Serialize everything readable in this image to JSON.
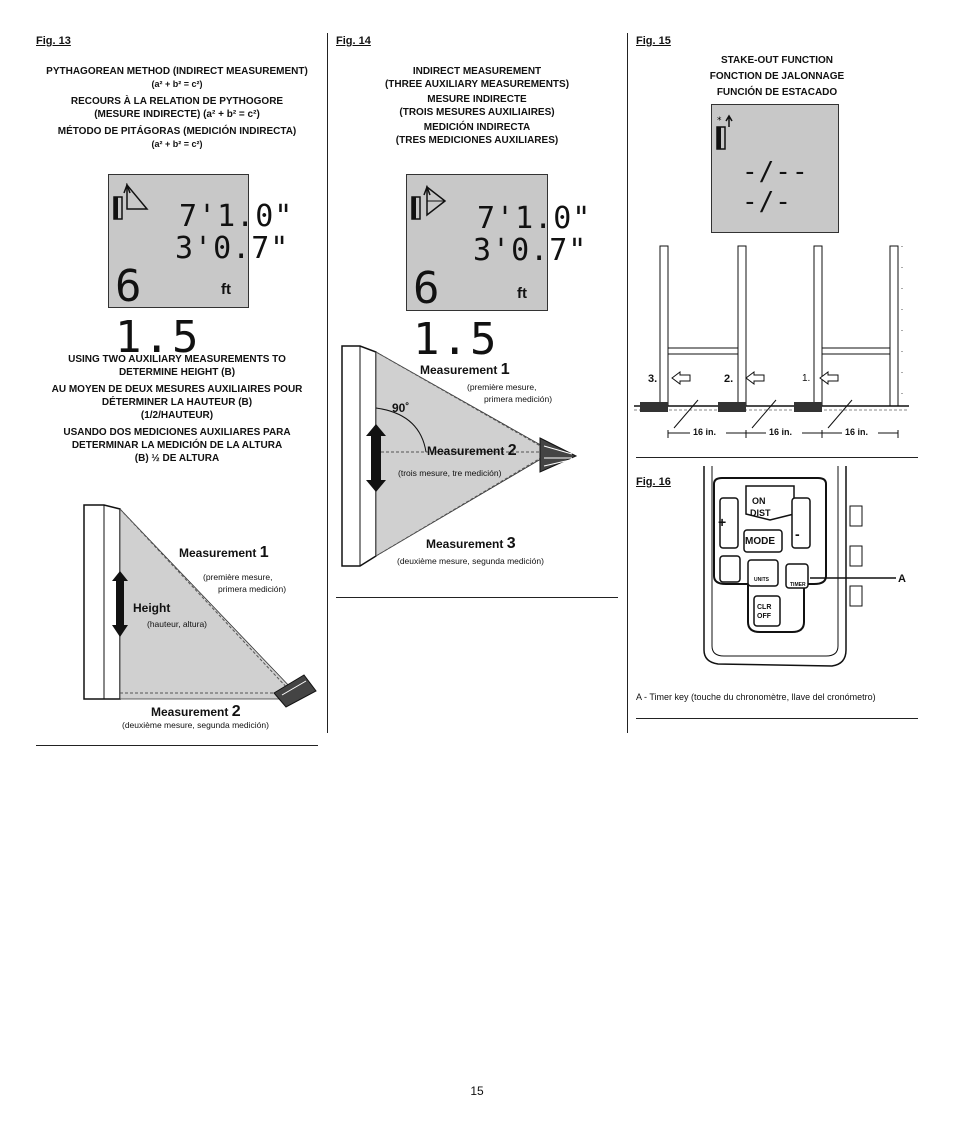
{
  "page": {
    "number": "15"
  },
  "fig13": {
    "label": "Fig. 13",
    "header": [
      "PYTHAGOREAN METHOD (INDIRECT MEASUREMENT)",
      "(a² + b² = c²)",
      "RECOURS À LA RELATION DE PYTHOGORE",
      "(MESURE INDIRECTE) (a² + b² = c²)",
      "MÉTODO DE PITÁGORAS (MEDICIÓN INDIRECTA)",
      "(a² + b² = c²)"
    ],
    "display": {
      "line1": "7'1.0\"",
      "line2": "3'0.7\"",
      "line3": "6 1.5",
      "unit": "ft"
    },
    "subheader": [
      "USING TWO AUXILIARY MEASUREMENTS TO",
      "DETERMINE HEIGHT (B)",
      "AU MOYEN DE DEUX MESURES AUXILIAIRES POUR",
      "DÉTERMINER LA HAUTEUR (B)",
      "(1/2/HAUTEUR)",
      "USANDO DOS MEDICIONES AUXILIARES PARA",
      "DETERMINAR LA MEDICIÓN DE LA ALTURA",
      "(B) ½ DE ALTURA"
    ],
    "m1": {
      "label": "Measurement",
      "num": "1",
      "sub1": "(première mesure,",
      "sub2": "primera medición)"
    },
    "height": {
      "label": "Height",
      "sub": "(hauteur, altura)"
    },
    "m2": {
      "label": "Measurement",
      "num": "2",
      "sub": "(deuxième mesure, segunda medición)"
    }
  },
  "fig14": {
    "label": "Fig. 14",
    "header": [
      "INDIRECT MEASUREMENT",
      "(THREE AUXILIARY MEASUREMENTS)",
      "MESURE INDIRECTE",
      "(TROIS MESURES AUXILIAIRES)",
      "MEDICIÓN INDIRECTA",
      "(TRES MEDICIONES AUXILIARES)"
    ],
    "display": {
      "line1": "7'1.0\"",
      "line2": "3'0.7\"",
      "line3": "6 1.5",
      "unit": "ft"
    },
    "m1": {
      "label": "Measurement",
      "num": "1",
      "sub1": "(première mesure,",
      "sub2": "primera medición)"
    },
    "angle": "90˚",
    "m2": {
      "label": "Measurement",
      "num": "2",
      "sub": "(trois mesure, tre medición)"
    },
    "m3": {
      "label": "Measurement",
      "num": "3",
      "sub": "(deuxième mesure, segunda medición)"
    }
  },
  "fig15": {
    "label": "Fig. 15",
    "header": [
      "STAKE-OUT FUNCTION",
      "FONCTION DE JALONNAGE",
      "FUNCIÓN DE ESTACADO"
    ],
    "display": "-/---/-",
    "markers": [
      "3.",
      "2.",
      "1."
    ],
    "spacing": [
      "16 in.",
      "16 in.",
      "16 in."
    ]
  },
  "fig16": {
    "label": "Fig. 16",
    "buttons": {
      "on": "ON",
      "dist": "DIST",
      "plus": "+",
      "minus": "-",
      "mode": "MODE",
      "units": "UNITS",
      "timer": "TIMER",
      "clr": "CLR",
      "off": "OFF"
    },
    "callout": "A",
    "caption": "A - Timer key (touche du chronomètre, llave del cronómetro)"
  }
}
